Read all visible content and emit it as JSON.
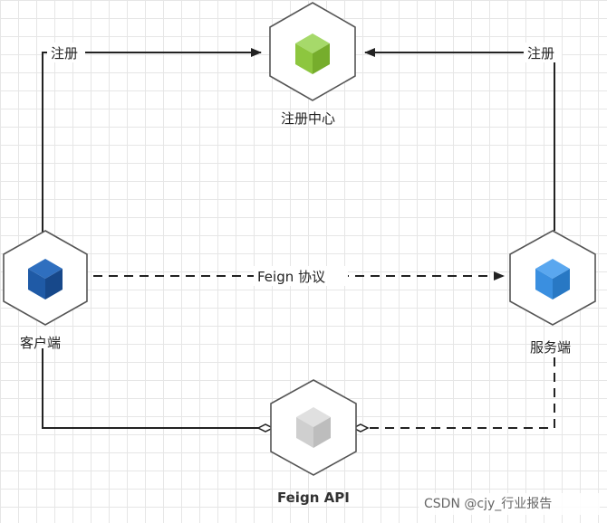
{
  "nodes": {
    "registry": {
      "label": "注册中心",
      "color": "#8dc63f"
    },
    "client": {
      "label": "客户端",
      "color": "#1f5aa6"
    },
    "server": {
      "label": "服务端",
      "color": "#3a8fe0"
    },
    "feign_api": {
      "label": "Feign API",
      "color": "#cfcfcf"
    }
  },
  "edges": {
    "client_register": "注册",
    "server_register": "注册",
    "feign_protocol": "Feign 协议"
  },
  "watermark": "CSDN @cjy_行业报告"
}
